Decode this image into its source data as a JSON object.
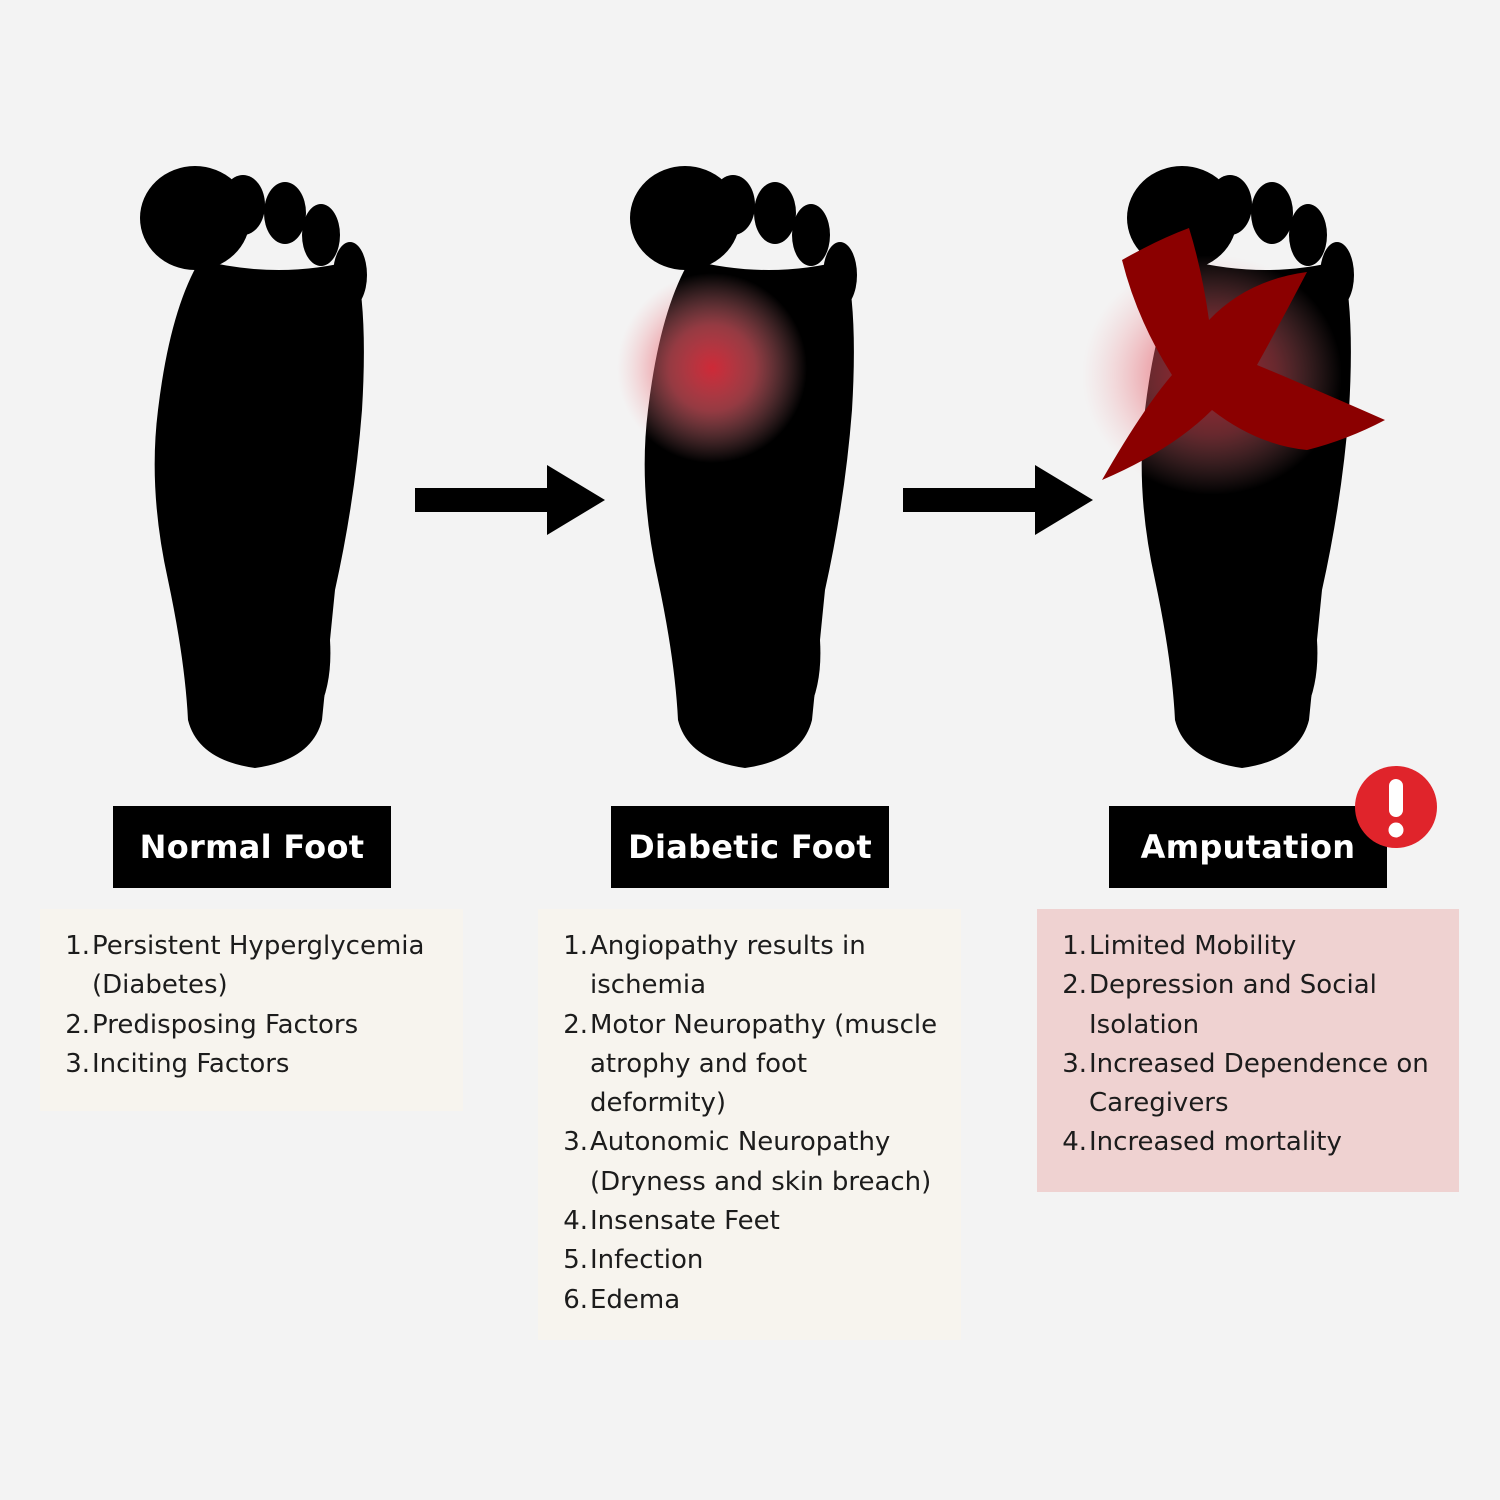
{
  "stages": [
    {
      "title": "Normal Foot",
      "items": [
        "Persistent Hyperglycemia (Diabetes)",
        "Predisposing Factors",
        "Inciting Factors"
      ]
    },
    {
      "title": "Diabetic Foot",
      "items": [
        "Angiopathy results in ischemia",
        "Motor Neuropathy (muscle atrophy and foot deformity)",
        "Autonomic Neuropathy (Dryness and skin breach)",
        "Insensate Feet",
        "Infection",
        "Edema"
      ]
    },
    {
      "title": "Amputation",
      "items": [
        "Limited Mobility",
        "Depression and Social Isolation",
        "Increased Dependence on Caregivers",
        "Increased mortality"
      ]
    }
  ],
  "colors": {
    "background": "#f3f3f3",
    "normal_skin": "#f5c79a",
    "diabetic_skin": "#b0a3cc",
    "inflammation": "#d92b3a",
    "cross": "#8b0000",
    "alert": "#e0242b",
    "list_box": "#f7f4ee",
    "amputation_box": "#efd2d1"
  },
  "icons": [
    "arrow-right-icon",
    "cross-mark-icon",
    "exclamation-alert-icon"
  ]
}
